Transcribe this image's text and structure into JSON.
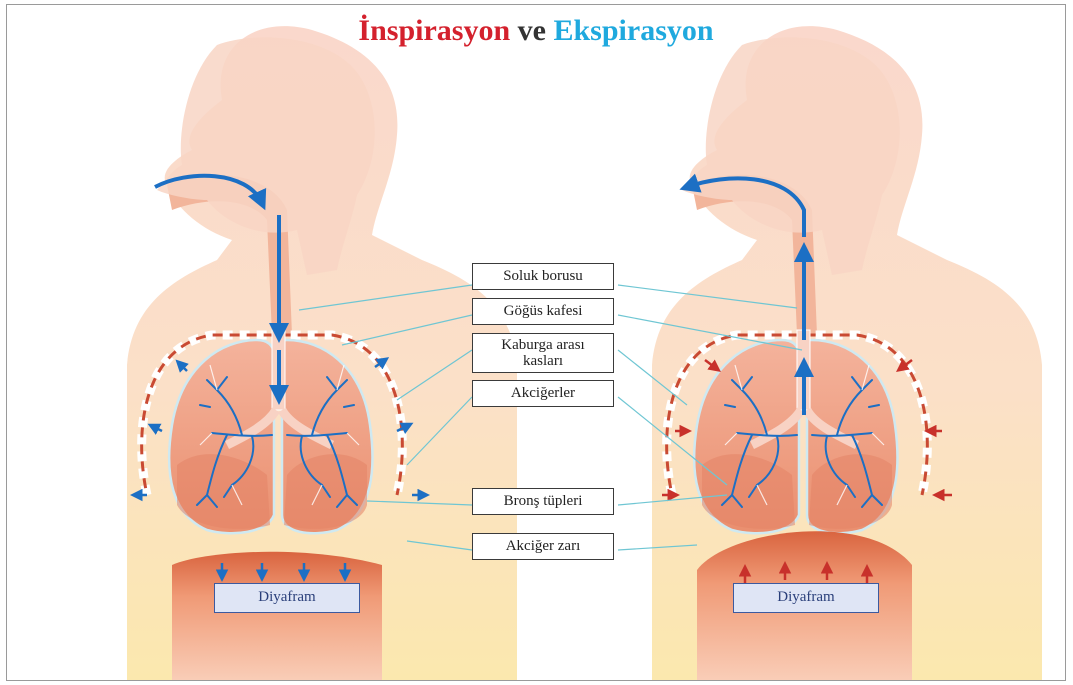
{
  "title": {
    "part1": "İnspirasyon",
    "part2": "ve",
    "part3": "Ekspirasyon"
  },
  "labels": {
    "soluk_borusu": "Soluk borusu",
    "gogus_kafesi": "Göğüs kafesi",
    "kaburga_line1": "Kaburga arası",
    "kaburga_line2": "kasları",
    "akcigerler": "Akciğerler",
    "brons_tupleri": "Bronş tüpleri",
    "akciger_zari": "Akciğer zarı"
  },
  "diaphragm": {
    "left": "Diyafram",
    "right": "Diyafram"
  },
  "colors": {
    "title_inspiration": "#d4212d",
    "title_expiration": "#1fa9de",
    "airflow_arrow": "#1c6fc4",
    "inward_arrow": "#c8312b",
    "lung_fill": "#ee9c7f",
    "body_fill": "#f8d8c3",
    "diaphragm_fill": "#e8845e",
    "leader_line": "#6fc6d3"
  }
}
